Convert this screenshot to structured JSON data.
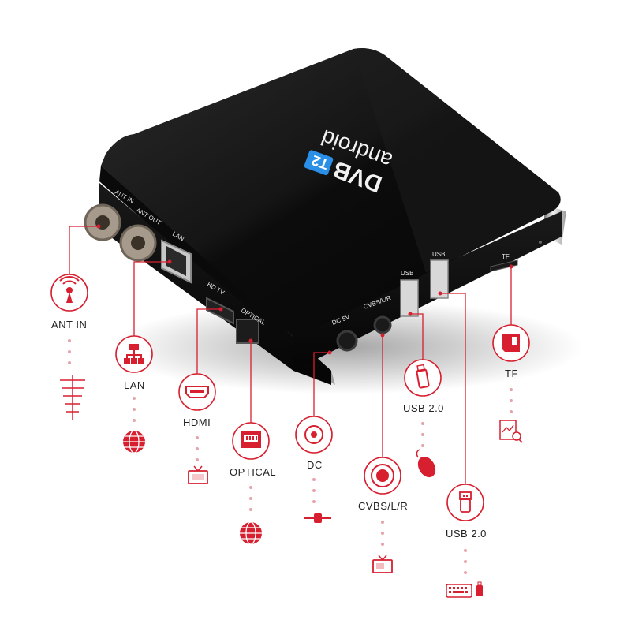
{
  "device": {
    "brand_text": "android",
    "logo_text": "DVB",
    "logo_badge": "T2",
    "ports": {
      "ant_in": "ANT IN",
      "ant_out": "ANT OUT",
      "lan": "LAN",
      "hdmi": "HD TV",
      "optical": "OPTICAL",
      "dc": "DC 5V",
      "cvbs": "CVBS/L/R",
      "usb_1": "USB",
      "usb_2": "USB",
      "tf": "TF"
    }
  },
  "callouts": {
    "ant_in": "ANT IN",
    "lan": "LAN",
    "hdmi": "HDMI",
    "optical": "OPTICAL",
    "dc": "DC",
    "cvbs": "CVBS/L/R",
    "usb_front": "USB 2.0",
    "usb_side": "USB 2.0",
    "tf": "TF"
  },
  "icons": {
    "ant_in": "antenna-signal-icon",
    "lan": "network-icon",
    "hdmi": "hdmi-port-icon",
    "optical": "optical-port-icon",
    "dc": "power-jack-icon",
    "cvbs": "av-jack-icon",
    "usb_front": "usb-drive-icon",
    "usb_side": "usb-symbol-icon",
    "tf": "sd-card-icon",
    "ant_in_target": "tv-antenna-icon",
    "lan_target": "globe-icon",
    "hdmi_target": "tv-icon",
    "optical_target": "globe-icon",
    "dc_target": "power-plug-icon",
    "cvbs_target": "tv-icon",
    "usb_front_target": "mouse-icon",
    "usb_side_target": "keyboard-icon",
    "tf_target": "document-chart-icon"
  },
  "colors": {
    "accent": "#d71f2f",
    "dots": "#e6a3aa",
    "device_body": "#111111",
    "logo_blue": "#2a8fe6"
  }
}
